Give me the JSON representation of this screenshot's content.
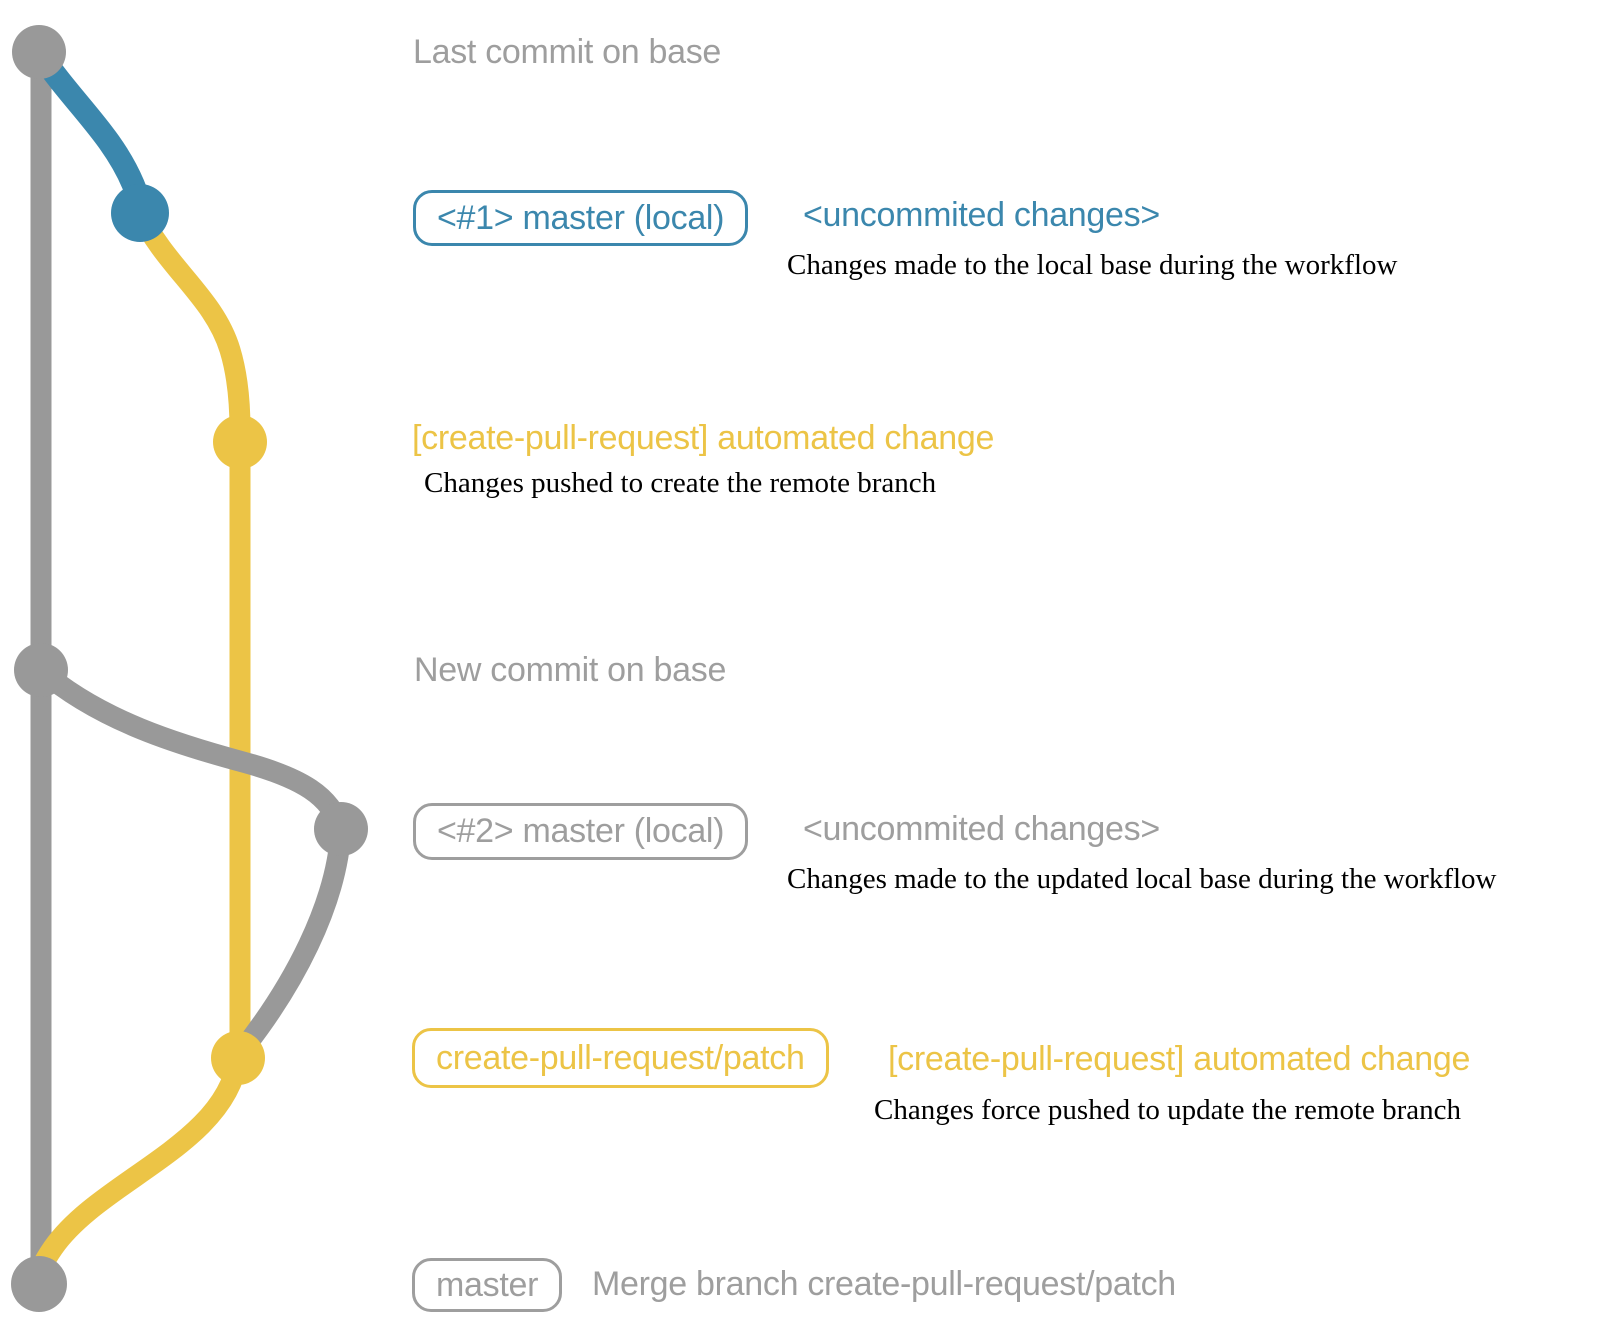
{
  "diagram_title": "create-pull-request workflow git graph",
  "colors": {
    "gray": "#999999",
    "gray_text": "#9e9e9e",
    "blue": "#3b87ad",
    "yellow": "#ecc446",
    "black": "#000000"
  },
  "milestones": {
    "last_commit": {
      "label": "Last commit on base"
    },
    "new_commit": {
      "label": "New commit on base"
    }
  },
  "rows": {
    "row1": {
      "badge": "<#1> master (local)",
      "side": "<uncommited changes>",
      "desc": "Changes made to the local base during the workflow"
    },
    "row2": {
      "side": "[create-pull-request] automated change",
      "desc": "Changes pushed to create the remote branch"
    },
    "row3": {
      "badge": "<#2> master (local)",
      "side": "<uncommited changes>",
      "desc": "Changes made to the updated local base during the workflow"
    },
    "row4": {
      "badge": "create-pull-request/patch",
      "side": "[create-pull-request] automated change",
      "desc": "Changes force pushed to update the remote branch"
    },
    "row5": {
      "badge": "master",
      "side": "Merge branch create-pull-request/patch"
    }
  },
  "nodes": [
    {
      "name": "commit-last-on-base",
      "color": "gray"
    },
    {
      "name": "commit-1-local-master",
      "color": "blue"
    },
    {
      "name": "commit-automated-change-1",
      "color": "yellow"
    },
    {
      "name": "commit-new-on-base",
      "color": "gray"
    },
    {
      "name": "commit-2-local-master",
      "color": "gray"
    },
    {
      "name": "commit-automated-change-2",
      "color": "yellow"
    },
    {
      "name": "commit-merge-patch",
      "color": "gray"
    }
  ]
}
